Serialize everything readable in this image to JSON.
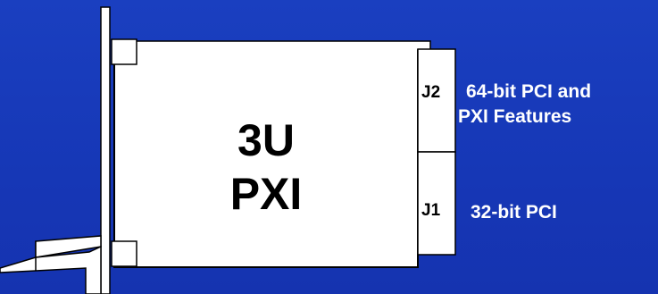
{
  "board": {
    "line1": "3U",
    "line2": "PXI"
  },
  "connectors": [
    {
      "id": "J2",
      "description_line1": "64-bit PCI and",
      "description_line2": "PXI Features"
    },
    {
      "id": "J1",
      "description_line1": "32-bit PCI"
    }
  ],
  "colors": {
    "background": "#1a3fc0",
    "board_fill": "#ffffff",
    "outline": "#000000",
    "label_text": "#ffffff"
  }
}
